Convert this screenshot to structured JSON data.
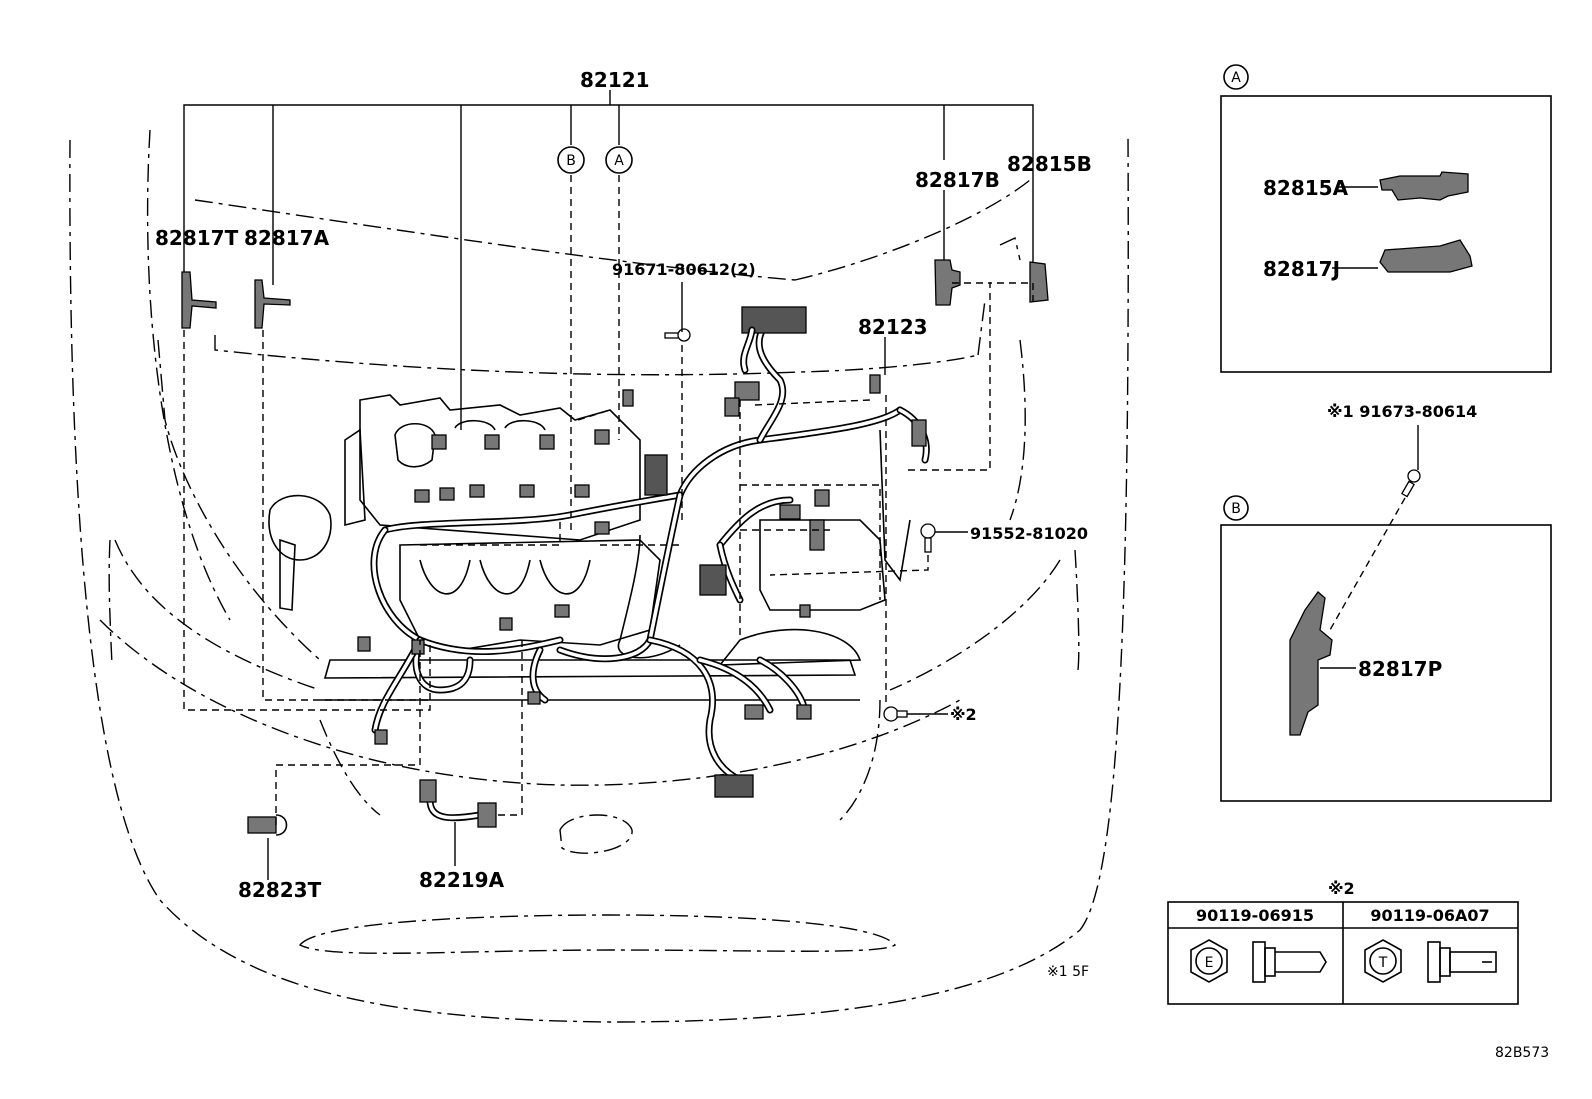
{
  "labels": {
    "p82121": "82121",
    "p82817T": "82817T",
    "p82817A": "82817A",
    "p82817B": "82817B",
    "p82815B": "82815B",
    "p91671": "91671-80612(2)",
    "p82123": "82123",
    "p91552": "91552-81020",
    "p82823T": "82823T",
    "p82219A": "82219A",
    "note2": "※2",
    "note15F": "※1 5F",
    "p82815A": "82815A",
    "p82817J": "82817J",
    "p91673": "※1 91673-80614",
    "p82817P": "82817P",
    "diagram_code": "82B573"
  },
  "callouts": {
    "A": "A",
    "B": "B"
  },
  "bolt_table": {
    "title": "※2",
    "columns": [
      {
        "part": "90119-06915",
        "head_mark": "E"
      },
      {
        "part": "90119-06A07",
        "head_mark": "T"
      }
    ]
  }
}
